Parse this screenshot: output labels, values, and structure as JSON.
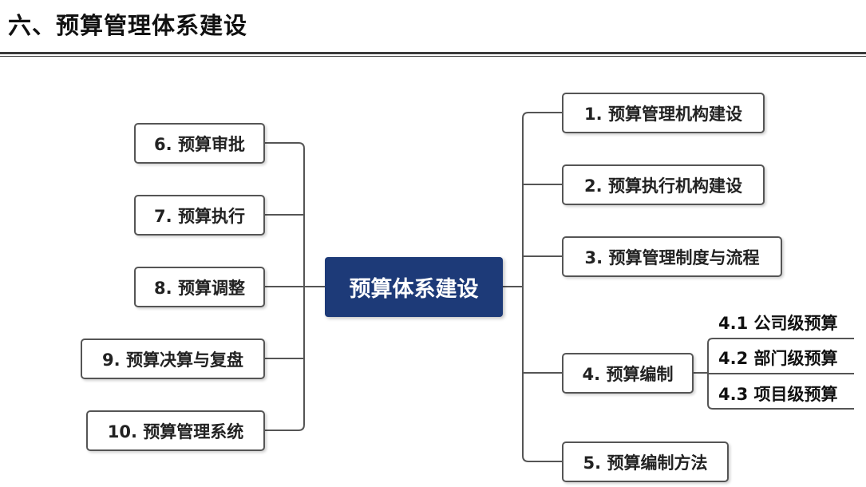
{
  "title": "六、预算管理体系建设",
  "center": "预算体系建设",
  "colors": {
    "center_fill": "#1d3a78",
    "border": "#555555",
    "connector": "#555555"
  },
  "left_items": [
    {
      "label": "6. 预算审批"
    },
    {
      "label": "7. 预算执行"
    },
    {
      "label": "8. 预算调整"
    },
    {
      "label": "9. 预算决算与复盘"
    },
    {
      "label": "10. 预算管理系统"
    }
  ],
  "right_items": [
    {
      "label": "1. 预算管理机构建设"
    },
    {
      "label": "2. 预算执行机构建设"
    },
    {
      "label": "3. 预算管理制度与流程"
    },
    {
      "label": "4. 预算编制"
    },
    {
      "label": "5. 预算编制方法"
    }
  ],
  "sub_items": [
    {
      "label": "4.1  公司级预算"
    },
    {
      "label": "4.2  部门级预算"
    },
    {
      "label": "4.3  项目级预算"
    }
  ]
}
